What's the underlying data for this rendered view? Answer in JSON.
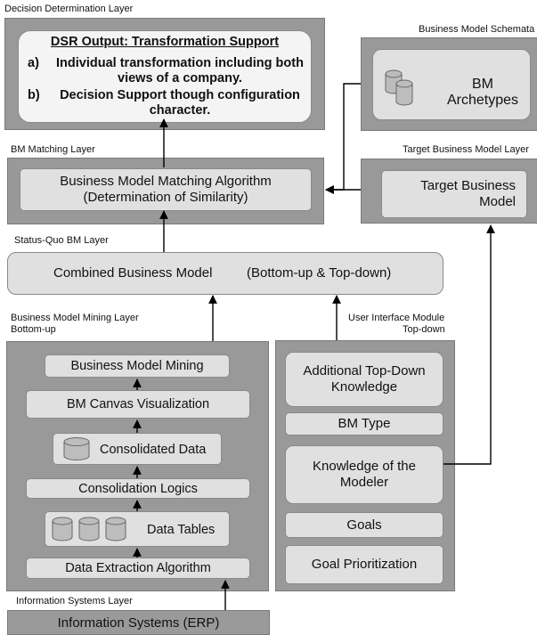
{
  "layers": {
    "decision": "Decision Determination Layer",
    "schemata": "Business Model Schemata",
    "matching": "BM Matching  Layer",
    "target": "Target Business Model Layer",
    "statusquo": "Status-Quo BM Layer",
    "mining_line1": "Business Model Mining  Layer",
    "mining_line2": "Bottom-up",
    "ui_line1": "User Interface Module",
    "ui_line2": "Top-down",
    "infosys": "Information Systems Layer"
  },
  "dsr": {
    "title": "DSR Output: Transformation Support",
    "item_a_marker": "a)",
    "item_a": "Individual transformation including both views of a company.",
    "item_b_marker": "b)",
    "item_b": "Decision Support though configuration character."
  },
  "boxes": {
    "archetypes": "BM Archetypes",
    "matching_line1": "Business Model Matching Algorithm",
    "matching_line2": "(Determination of Similarity)",
    "target_line1": "Target Business",
    "target_line2": "Model",
    "combined_a": "Combined Business Model",
    "combined_b": "(Bottom-up & Top-down)",
    "mining": "Business Model Mining",
    "canvas": "BM Canvas Visualization",
    "consolidated": "Consolidated Data",
    "logics": "Consolidation Logics",
    "tables": "Data Tables",
    "extraction": "Data Extraction Algorithm",
    "additional_line1": "Additional Top-Down",
    "additional_line2": "Knowledge",
    "bmtype": "BM Type",
    "knowledge_line1": "Knowledge of the",
    "knowledge_line2": "Modeler",
    "goals": "Goals",
    "prioritization": "Goal Prioritization",
    "erp": "Information Systems (ERP)"
  }
}
